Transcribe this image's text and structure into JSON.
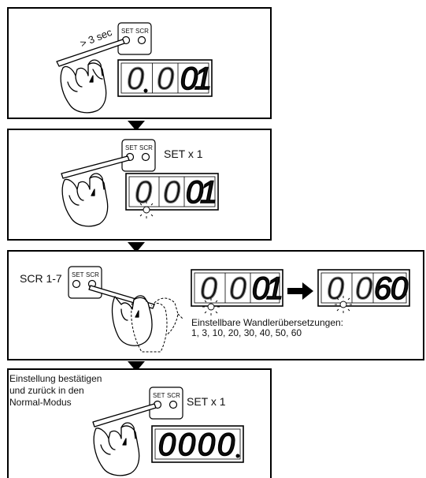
{
  "panel1": {
    "set_label": "SET",
    "scr_label": "SCR",
    "hold_label": "> 3 sec",
    "display": [
      "0",
      "0",
      "0",
      "1"
    ]
  },
  "panel2": {
    "set_label": "SET",
    "scr_label": "SCR",
    "action": "SET x 1",
    "display": [
      "0",
      "0",
      "0",
      "1"
    ]
  },
  "panel3": {
    "action": "SCR 1-7",
    "set_label": "SET",
    "scr_label": "SCR",
    "display_before": [
      "0",
      "0",
      "0",
      "1"
    ],
    "display_after": [
      "0",
      "0",
      "6",
      "0"
    ],
    "ratios_title": "Einstellbare Wandlerübersetzungen:",
    "ratios_values": "1, 3, 10, 20, 30, 40, 50, 60"
  },
  "panel4": {
    "instruction_line1": "Einstellung bestätigen",
    "instruction_line2": "und zurück in den",
    "instruction_line3": "Normal-Modus",
    "set_label": "SET",
    "scr_label": "SCR",
    "action": "SET x 1",
    "display": [
      "0",
      "0",
      "0",
      "0"
    ]
  }
}
